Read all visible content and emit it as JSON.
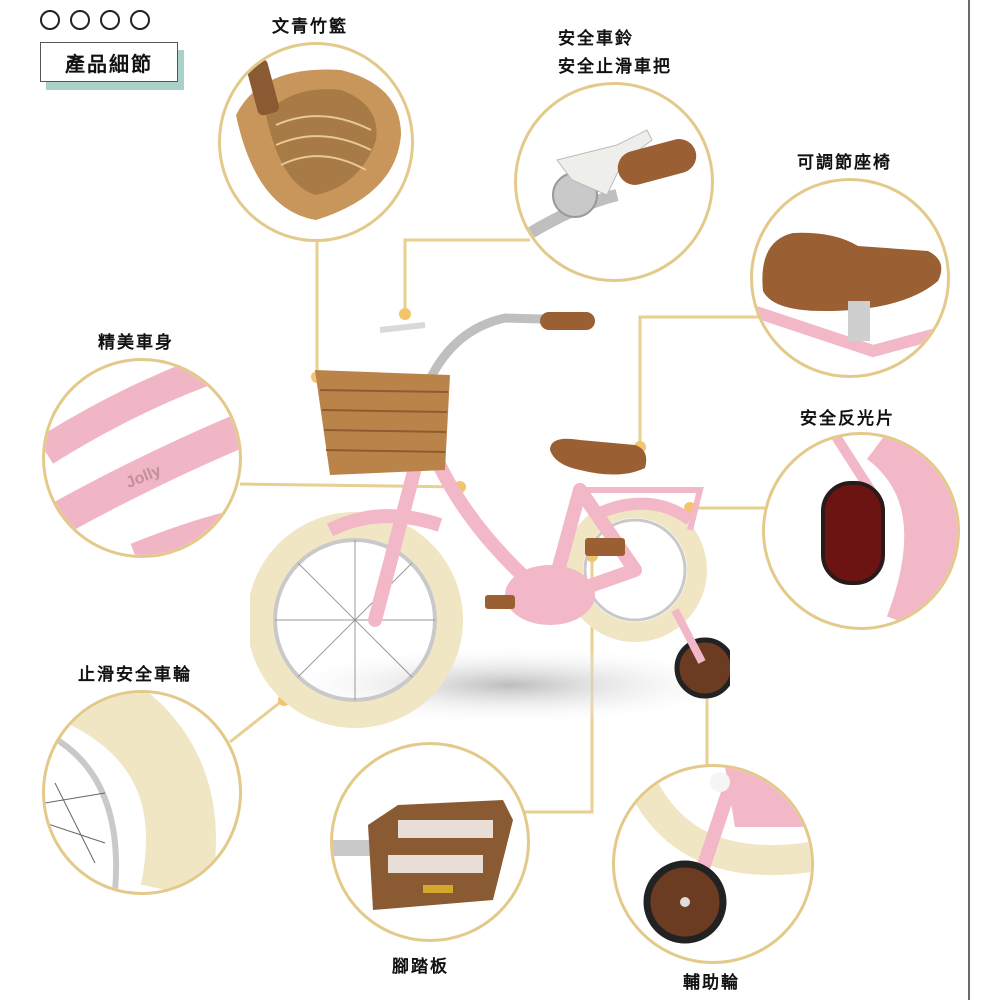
{
  "header": {
    "step_dots": [
      "○",
      "○",
      "○",
      "○"
    ],
    "title": "產品細節"
  },
  "features": [
    {
      "id": "basket",
      "label": "文青竹籃"
    },
    {
      "id": "bell",
      "label_line1": "安全車鈴",
      "label_line2": "安全止滑車把"
    },
    {
      "id": "seat",
      "label": "可調節座椅"
    },
    {
      "id": "frame",
      "label": "精美車身",
      "frame_logo": "Jolly"
    },
    {
      "id": "reflector",
      "label": "安全反光片"
    },
    {
      "id": "tire",
      "label": "止滑安全車輪"
    },
    {
      "id": "pedal",
      "label": "腳踏板"
    },
    {
      "id": "training_wheel",
      "label": "輔助輪"
    }
  ],
  "colors": {
    "accent_gold": "#e3c98a",
    "connector_dot": "#f2c46e",
    "bike_pink": "#f3b8c8",
    "tire_cream": "#f1e6c4",
    "saddle_brown": "#9a5f33",
    "basket_wicker": "#b9834a",
    "title_shadow": "#a9d1c9"
  }
}
